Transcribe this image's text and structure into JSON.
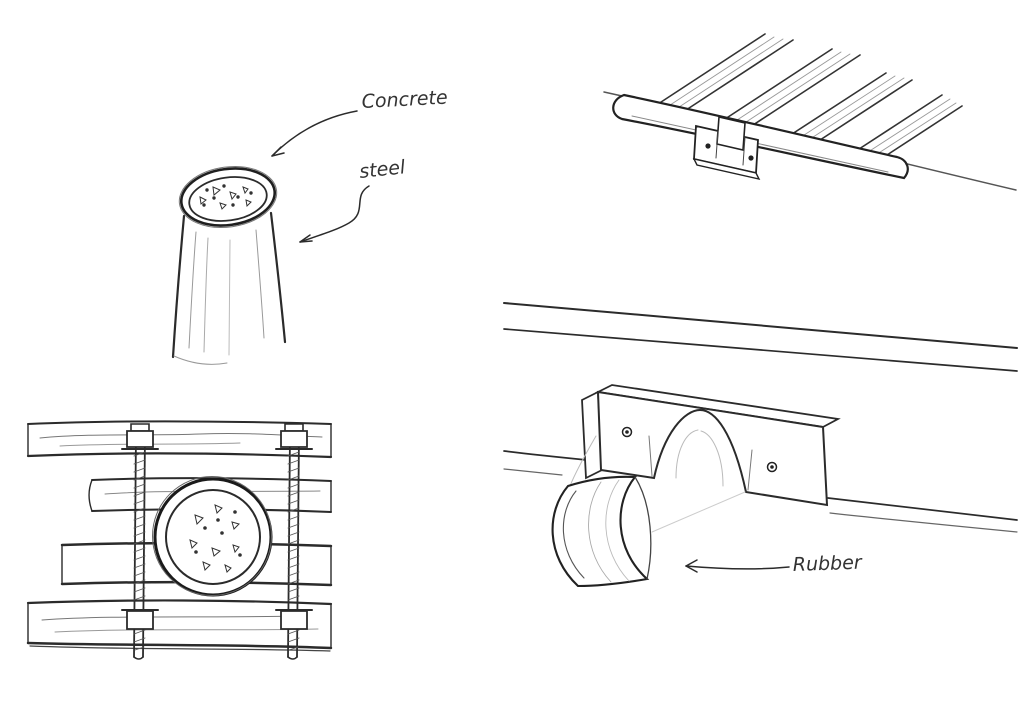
{
  "annotations": {
    "concrete": "Concrete",
    "steel": "steel",
    "rubber": "Rubber"
  },
  "colors": {
    "ink": "#2b2b2b",
    "paper": "#ffffff",
    "light_shading": "#999999"
  }
}
